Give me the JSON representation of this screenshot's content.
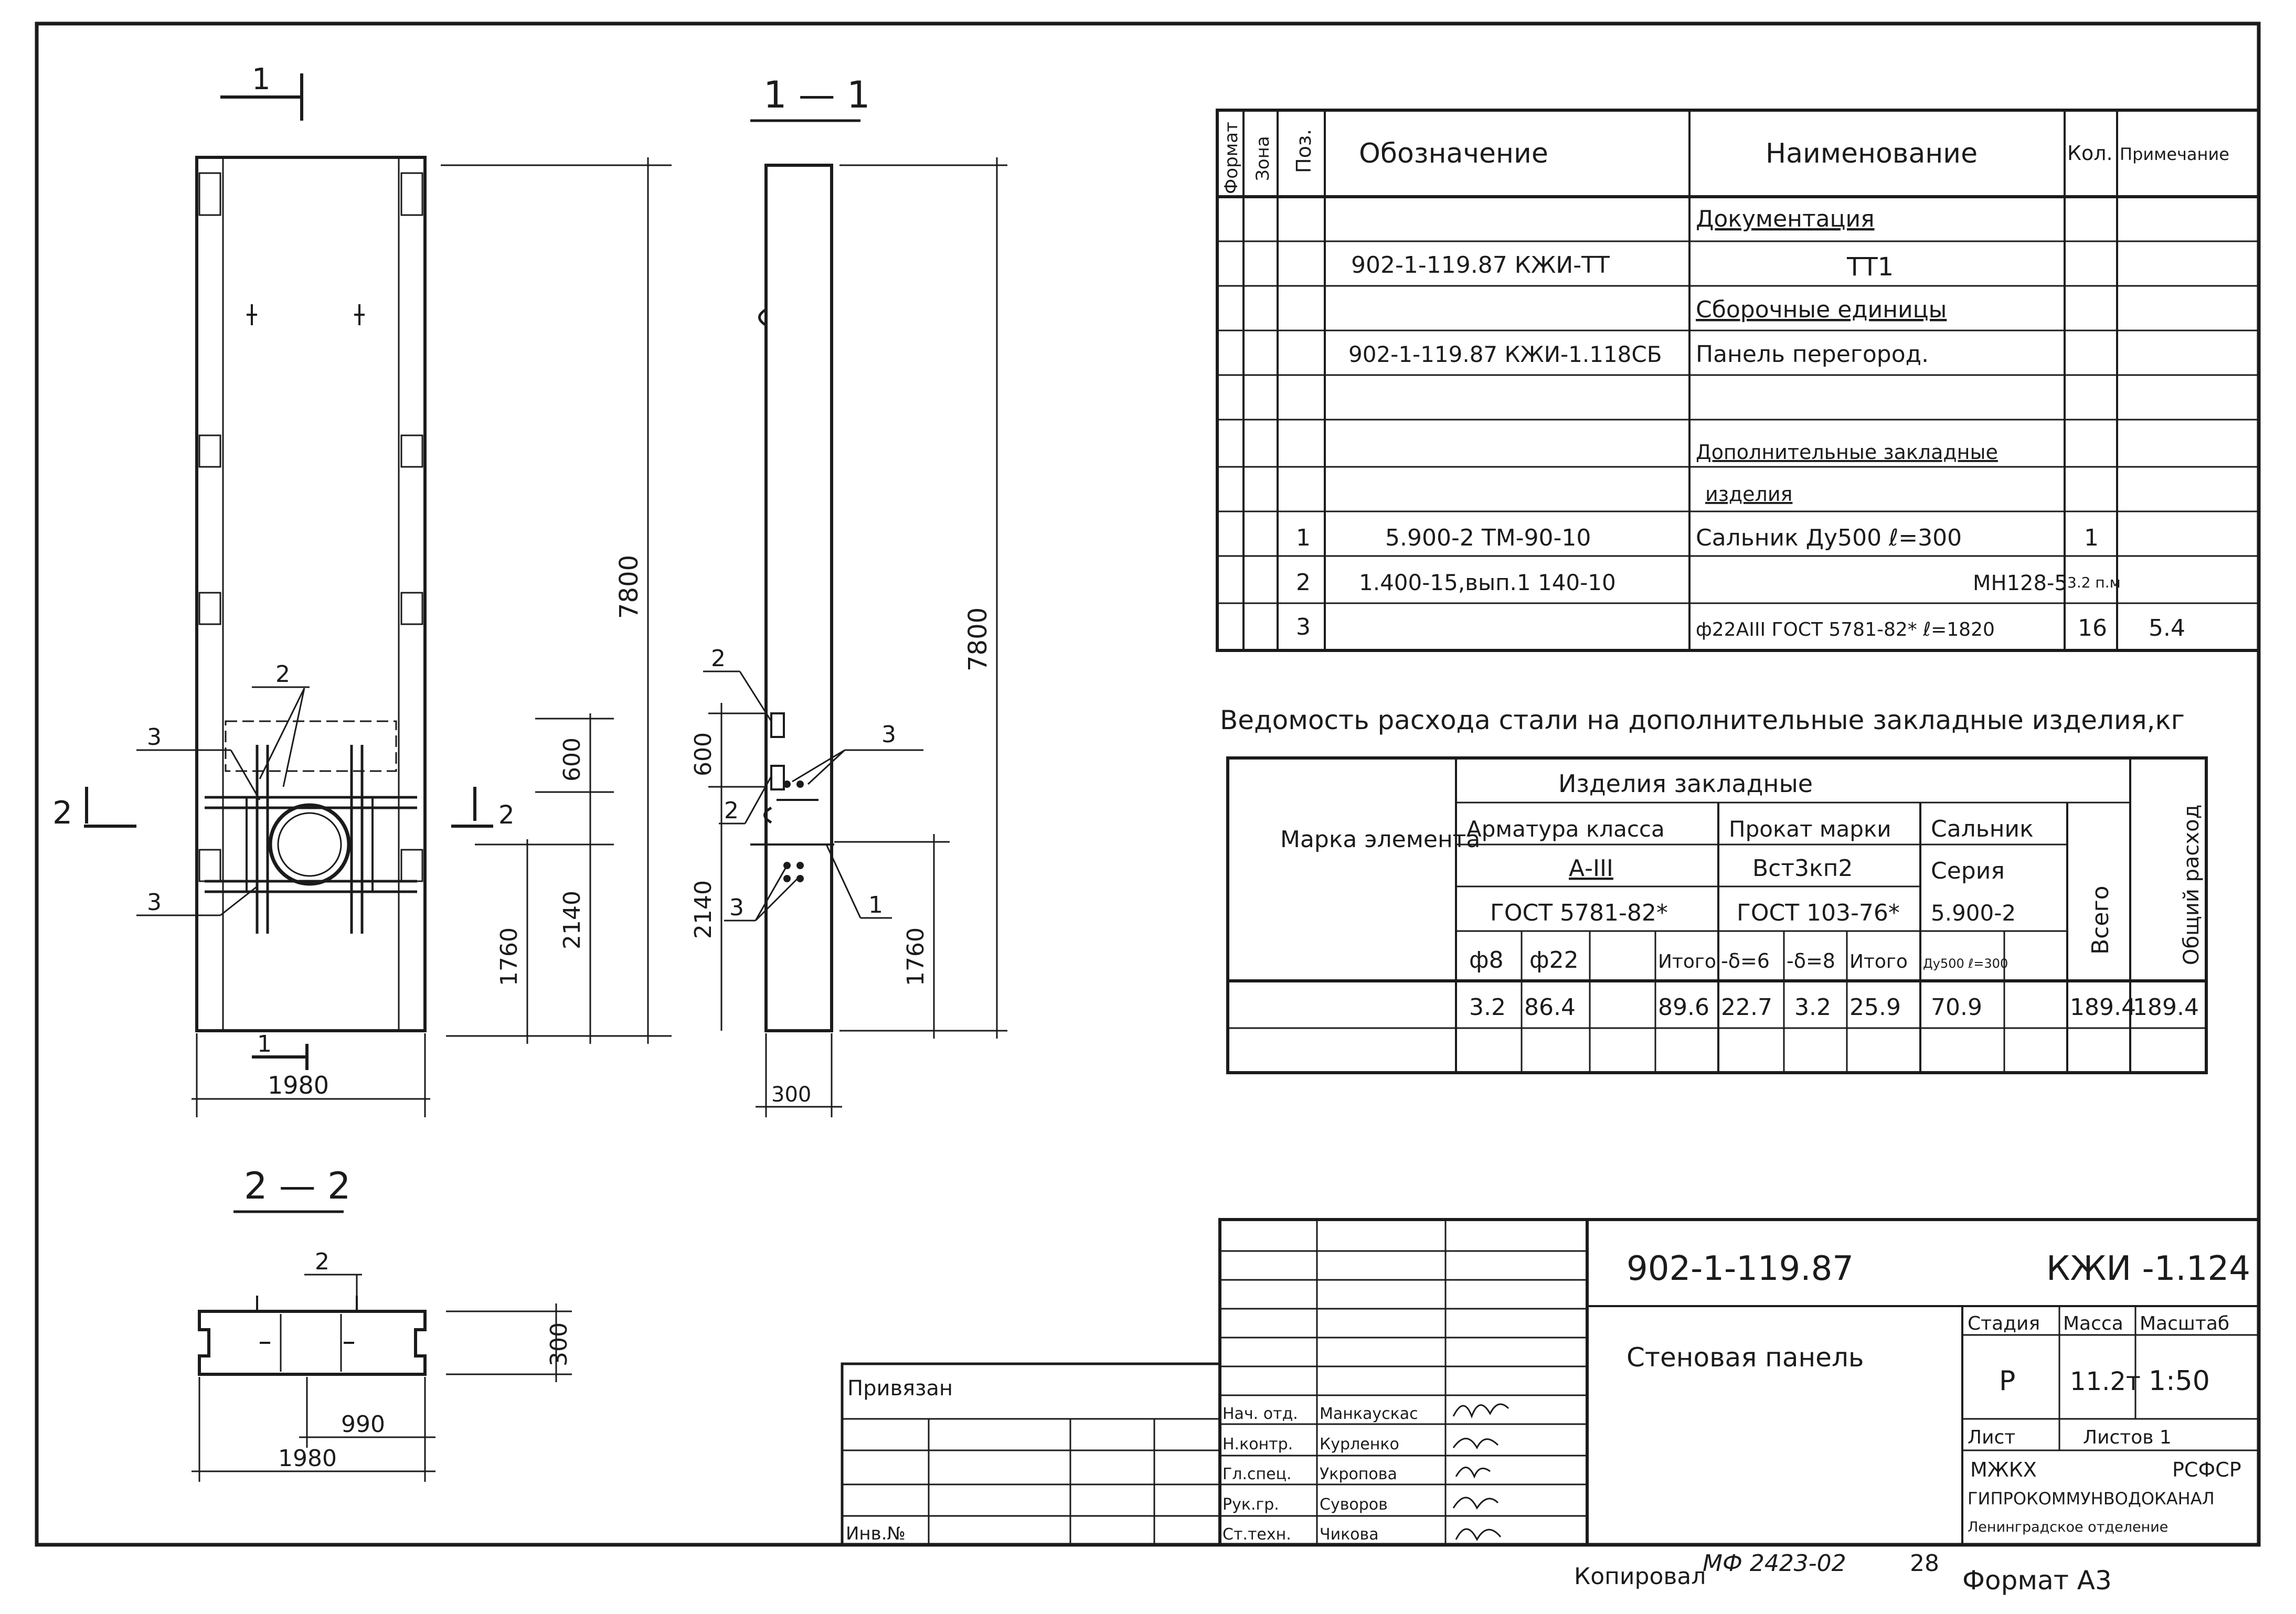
{
  "section_marks": {
    "s1_top": "1",
    "s1_bottom": "1",
    "s2_left": "2",
    "s2_right": "2",
    "section_1_1": "1 — 1",
    "section_2_2": "2 — 2"
  },
  "front_view": {
    "height": "7800",
    "d600": "600",
    "d2140": "2140",
    "d1760": "1760",
    "width": "1980",
    "call_2": "2",
    "call_3a": "3",
    "call_3b": "3"
  },
  "side_view": {
    "height": "7800",
    "d600": "600",
    "d2140": "2140",
    "d1760": "1760",
    "width": "300",
    "call_2a": "2",
    "call_2b": "2",
    "call_3a": "3",
    "call_3b": "3",
    "call_1": "1"
  },
  "plan_2_2": {
    "w1980": "1980",
    "w990": "990",
    "h300": "300",
    "call_2": "2"
  },
  "spec": {
    "headers": {
      "format": "Формат",
      "zone": "Зона",
      "pos": "Поз.",
      "designation": "Обозначение",
      "name": "Наименование",
      "qty": "Кол.",
      "note": "Примечание"
    },
    "rows": [
      {
        "pos": "",
        "designation": "",
        "name": "Документация",
        "qty": "",
        "note": ""
      },
      {
        "pos": "",
        "designation": "902-1-119.87      КЖИ-ТТ",
        "name": "ТТ1",
        "qty": "",
        "note": ""
      },
      {
        "pos": "",
        "designation": "",
        "name": "Сборочные единицы",
        "qty": "",
        "note": ""
      },
      {
        "pos": "",
        "designation": "902-1-119.87    КЖИ-1.118СБ",
        "name": "Панель перегород.",
        "qty": "",
        "note": ""
      },
      {
        "pos": "",
        "designation": "",
        "name": "",
        "qty": "",
        "note": ""
      },
      {
        "pos": "",
        "designation": "",
        "name": "Дополнительные закладные",
        "qty": "",
        "note": ""
      },
      {
        "pos": "",
        "designation": "",
        "name": "изделия",
        "qty": "",
        "note": ""
      },
      {
        "pos": "1",
        "designation": "5.900-2      ТМ-90-10",
        "name": "Сальник Ду500   ℓ=300",
        "qty": "1",
        "note": ""
      },
      {
        "pos": "2",
        "designation": "1.400-15,вып.1    140-10",
        "name": "МН128-5",
        "qty": "3.2 п.м",
        "note": ""
      },
      {
        "pos": "3",
        "designation": "",
        "name": "ф22АIII ГОСТ 5781-82* ℓ=1820",
        "qty": "16",
        "note": "5.4"
      }
    ]
  },
  "steel": {
    "title": "Ведомость расхода стали на дополнительные закладные изделия,кг",
    "mark_label": "Марка элемента",
    "group_label": "Изделия закладные",
    "arm_class": "Арматура класса",
    "arm_grade": "А-III",
    "arm_gost": "ГОСТ 5781-82*",
    "prokat": "Прокат марки",
    "prokat_grade": "Вст3кп2",
    "prokat_gost": "ГОСТ 103-76*",
    "salnik": "Сальник",
    "seria": "Серия",
    "seria_num": "5.900-2",
    "total": "Всего",
    "general": "Общий расход",
    "sub": [
      "ф8",
      "ф22",
      "",
      "Итого",
      "-δ=6",
      "-δ=8",
      "Итого",
      "Ду500 ℓ=300",
      ""
    ],
    "values": [
      "3.2",
      "86.4",
      "",
      "89.6",
      "22.7",
      "3.2",
      "25.9",
      "70.9",
      "",
      "189.4",
      "189.4"
    ]
  },
  "stamp": {
    "doc_code": "902-1-119.87",
    "sheet_code": "КЖИ -1.124",
    "title": "Стеновая панель",
    "stage_label": "Стадия",
    "mass_label": "Масса",
    "scale_label": "Масштаб",
    "stage": "Р",
    "mass": "11.2т",
    "scale": "1:50",
    "sheet_label": "Лист",
    "sheets_label": "Листов 1",
    "org1_left": "МЖКХ",
    "org1_right": "РСФСР",
    "org2": "ГИПРОКОММУНВОДОКАНАЛ",
    "org3": "Ленинградское отделение",
    "privyazan": "Привязан",
    "inv": "Инв.№",
    "roles": [
      {
        "role": "Нач. отд.",
        "name": "Манкаускас"
      },
      {
        "role": "Н.контр.",
        "name": "Курленко"
      },
      {
        "role": "Гл.спец.",
        "name": "Укропова"
      },
      {
        "role": "Рук.гр.",
        "name": "Суворов"
      },
      {
        "role": "Ст.техн.",
        "name": "Чикова"
      }
    ]
  },
  "footer": {
    "kopiroval": "Копировал",
    "number": "МФ 2423-02",
    "page": "28",
    "format": "Формат  А3"
  }
}
